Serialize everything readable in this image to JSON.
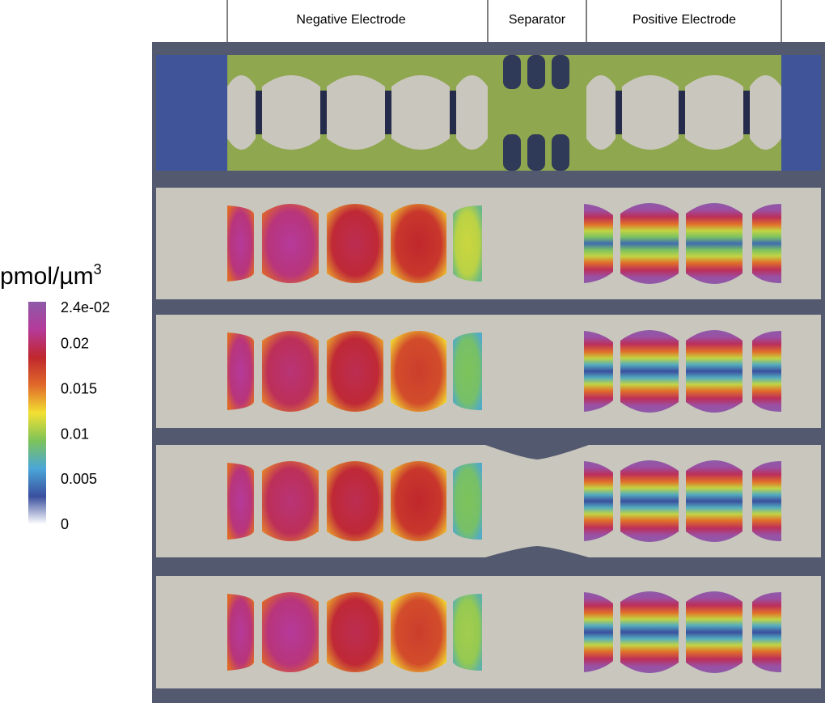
{
  "header": {
    "negative_label": "Negative Electrode",
    "separator_label": "Separator",
    "positive_label": "Positive Electrode"
  },
  "colorbar": {
    "unit_main": "pmol/µm",
    "unit_sup": "3",
    "ticks": [
      {
        "value": 0.024,
        "label": "2.4e-02"
      },
      {
        "value": 0.02,
        "label": "0.02"
      },
      {
        "value": 0.015,
        "label": "0.015"
      },
      {
        "value": 0.01,
        "label": "0.01"
      },
      {
        "value": 0.005,
        "label": "0.005"
      },
      {
        "value": 0,
        "label": "0"
      }
    ],
    "range": [
      0,
      0.024
    ],
    "colormap": [
      "#ffffff",
      "#3a4f9e",
      "#4aa6d8",
      "#7dc35a",
      "#f2e032",
      "#e06a2a",
      "#c0272d",
      "#b53a9a",
      "#8e5aa8"
    ]
  },
  "colors": {
    "frame": "#535a70",
    "background_gray": "#c9c6bd",
    "electrolyte_green": "#8fa74f",
    "current_collector_blue": "#3f5499",
    "particle_gap_dark": "#252b4a"
  },
  "snapshots": [
    {
      "neg": [
        0.021,
        0.021,
        0.019,
        0.018,
        0.011
      ],
      "pos_core": [
        0.004,
        0.004,
        0.004,
        0.004
      ],
      "pos_shell": 0.024
    },
    {
      "neg": [
        0.021,
        0.02,
        0.019,
        0.017,
        0.009
      ],
      "pos_core": [
        0.003,
        0.003,
        0.003,
        0.003
      ],
      "pos_shell": 0.024
    },
    {
      "neg": [
        0.021,
        0.02,
        0.019,
        0.018,
        0.009
      ],
      "pos_core": [
        0.003,
        0.003,
        0.003,
        0.003
      ],
      "pos_shell": 0.024
    },
    {
      "neg": [
        0.021,
        0.021,
        0.019,
        0.017,
        0.01
      ],
      "pos_core": [
        0.003,
        0.003,
        0.003,
        0.003
      ],
      "pos_shell": 0.024
    }
  ]
}
